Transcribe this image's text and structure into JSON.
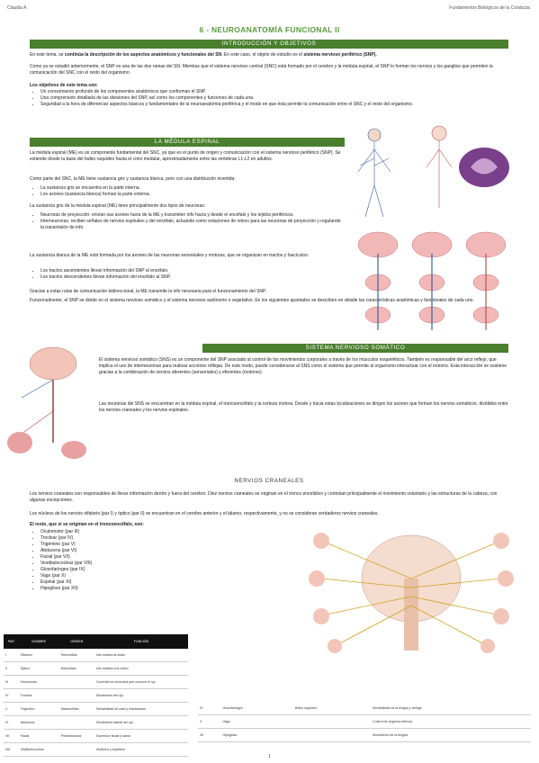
{
  "header": {
    "left": "Claudia A",
    "right": "Fundamentos Biológicos de la Conducta"
  },
  "title": "6 - NEUROANATOMÍA FUNCIONAL II",
  "sections": {
    "intro": "INTRODUCCIÓN Y OBJETIVOS",
    "medula": "LA MÉDULA ESPINAL",
    "sns": "SISTEMA NERVIOSO SOMÁTICO",
    "nervios": "NERVIOS CRANEALES"
  },
  "intro": {
    "p1_a": "En este tema, se ",
    "p1_b": "continúa la descripción de los aspectos anatómicos y funcionales del SN",
    "p1_c": ". En este caso, el objeto de estudio es el ",
    "p1_d": "sistema nervioso periférico (SNP).",
    "p2": "Como ya se estudió anteriormente, el SNP es una de las dos ramas del SN. Mientras que el sistema nervioso central (SNC) está formado por el cerebro y la médula espinal, el SNP lo forman los nervios y los ganglios que permiten la comunicación del SNC con el resto del organismo.",
    "obj_title": "Los objetivos de este tema son:",
    "obj": [
      "Un conocimiento profundo de los componentes anatómicos que conforman el SNP.",
      "Una comprensión detallada de las divisiones del SNP, así como los componentes y funciones de cada una.",
      "Seguridad a la hora de diferenciar aspectos básicos y fundamentales de la neuroanatomía periférica y el modo en que ésta permite la comunicación entre el SNC y el resto del organismo."
    ]
  },
  "medula": {
    "p1": "La médula espinal (ME) es un componente fundamental del SNC, ya que es el punto de origen y comunicación con el sistema nervioso periférico (SNP). Se extiende desde la base del bulbo raquídeo hasta el cono medular, aproximadamente entre las vértebras L1-L2 en adultos.",
    "p2": "Como parte del SNC, la ME tiene sustancia gris y sustancia blanca, pero con una distribución invertida:",
    "l1": [
      "La sustancia gris se encuentra en la parte interna.",
      "Los axones (sustancia blanca) forman la parte externa."
    ],
    "p3": "La sustancia gris de la médula espinal (ME) tiene principalmente dos tipos de neuronas:",
    "l2": [
      "Neuronas de proyección: envían sus axones fuera de la ME y transmiten info hacia y desde el encéfalo y los tejidos periféricos.",
      "Interneuronas: reciben señales de nervios espinales y del encéfalo, actuando como estaciones de relevo para las neuronas de proyección y regulando la transmisión de info."
    ],
    "p4": "La sustancia blanca de la ME está formada por los axones de las neuronas sensoriales y motoras, que se organizan en tractos y fascículos:",
    "l3": [
      "Los tractos ascendentes llevan información del SNP al encéfalo.",
      "Los tractos descendentes llevan información del encéfalo al SNP."
    ],
    "p5": "Gracias a estas rutas de comunicación bidireccional, la ME transmite la info necesaria para el funcionamiento del SNP.",
    "p6": "Funcionalmente, el SNP se divide en el sistema nervioso somático y el sistema nervioso autónomo o vegetativo. En los siguientes apartados se describen en detalle las características anatómicas y funcionales de cada uno."
  },
  "sns": {
    "p1": "El sistema nervioso somático (SNS) es un componente del SNP asociado al control de los movimientos corporales a través de los músculos esqueléticos. También es responsable del arco reflejo, que implica el uso de interneuronas para realizar acciones reflejas. De este modo, puede considerarse al SNS como el sistema que permite al organismo interactuar con el entorno. Esta interacción se sostiene gracias a la combinación de nervios aferentes (sensoriales) y eferentes (motores).",
    "p2": "Las neuronas del SNS se encuentran en la médula espinal, el troncoencéfalo y la corteza motora. Desde y hacia estas localizaciones se dirigen los axones que forman los nervios somáticos, divididos entre los nervios craneales y los nervios espinales."
  },
  "nervios": {
    "p1": "Los nervios craneales son responsables de llevar información dentro y fuera del cerebro. Diez nervios craneales se originan en el tronco encefálico y controlan principalmente el movimiento voluntario y las estructuras de la cabeza, con algunas excepciones.",
    "p2": "Los núcleos de los nervios olfatorio (par I) y óptico (par II) se encuentran en el cerebro anterior y el tálamo, respectivamente, y no se consideran verdaderos nervios craneales.",
    "p3": "El resto, que sí se originan en el troncoencéfalo, son:",
    "list": [
      "Oculomotor (par III)",
      "Troclear (par IV)",
      "Trigémino (par V)",
      "Abducens (par VI)",
      "Facial (par VII)",
      "Vestibulococlear (par VIII)",
      "Glosofaríngeo (par IX)",
      "Vago (par X)",
      "Espinal (par XI)",
      "Hipogloso (par XII)"
    ]
  },
  "table1": {
    "headers": [
      "PAR",
      "NOMBRE",
      "ORIGEN",
      "FUNCIÓN"
    ],
    "rows": [
      [
        "I",
        "Olfatorio",
        "Telencéfalo",
        "Info relativa al olfato"
      ],
      [
        "II",
        "Óptico",
        "Diencéfalo",
        "Info relativa a la visión"
      ],
      [
        "III",
        "Oculomotor",
        "",
        "Controla los músculos que mueven el ojo"
      ],
      [
        "IV",
        "Troclear",
        "",
        "Movimiento del ojo"
      ],
      [
        "V",
        "Trigémino",
        "Mesencéfalo",
        "Sensibilidad de cara y masticación"
      ],
      [
        "VI",
        "Abducens",
        "",
        "Movimiento lateral del ojo"
      ],
      [
        "VII",
        "Facial",
        "Protuberancia",
        "Expresión facial y sabor"
      ],
      [
        "VIII",
        "Vestibulococlear",
        "",
        "Audición y equilibrio"
      ]
    ]
  },
  "table2": {
    "rows": [
      [
        "IX",
        "Glosofaríngeo",
        "Bulbo raquídeo",
        "Sensibilidad de la lengua y faringe"
      ],
      [
        "X",
        "Vago",
        "",
        "Control de órganos internos"
      ],
      [
        "XII",
        "Hipogloso",
        "",
        "Movimiento de la lengua"
      ]
    ]
  },
  "page": "1"
}
